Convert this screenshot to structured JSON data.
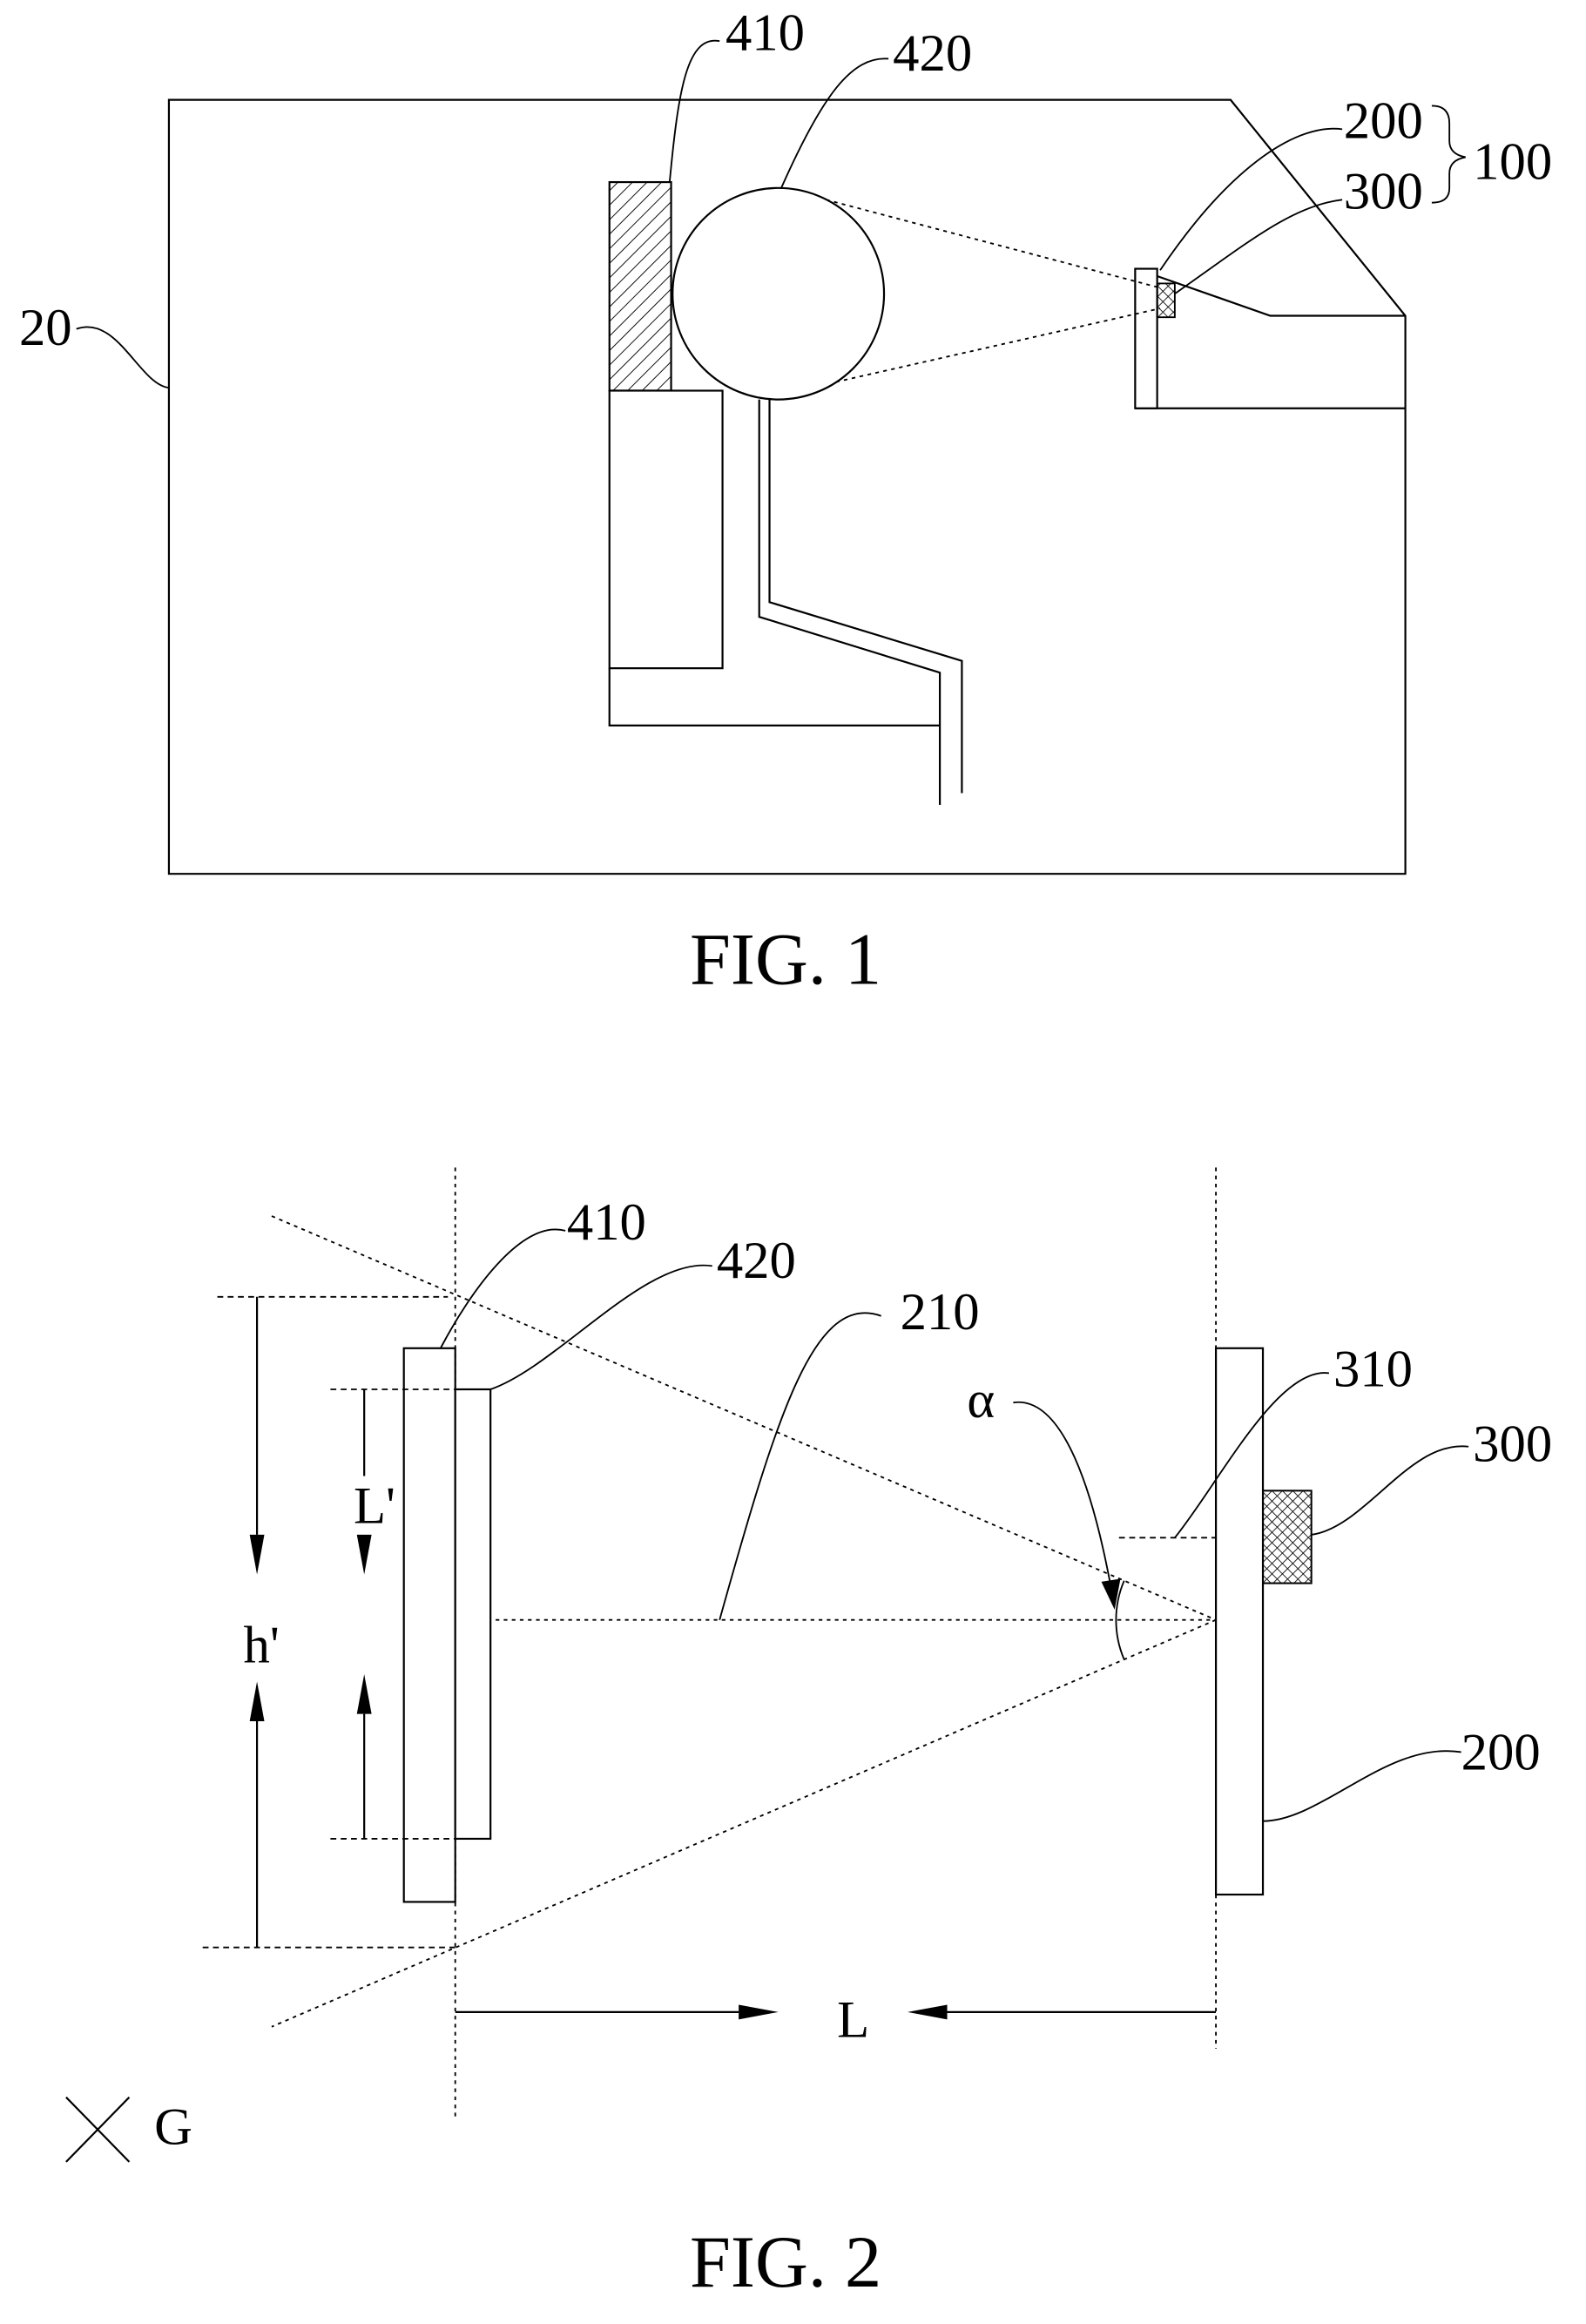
{
  "fig1": {
    "caption": "FIG. 1",
    "labels": {
      "ref_20": "20",
      "ref_410": "410",
      "ref_420": "420",
      "ref_200": "200",
      "ref_300": "300",
      "ref_100": "100"
    }
  },
  "fig2": {
    "caption": "FIG. 2",
    "labels": {
      "ref_410": "410",
      "ref_420": "420",
      "ref_210": "210",
      "alpha": "α",
      "ref_310": "310",
      "ref_300": "300",
      "ref_200": "200",
      "h_prime": "h'",
      "l_prime": "L'",
      "l": "L",
      "g": "G"
    }
  }
}
